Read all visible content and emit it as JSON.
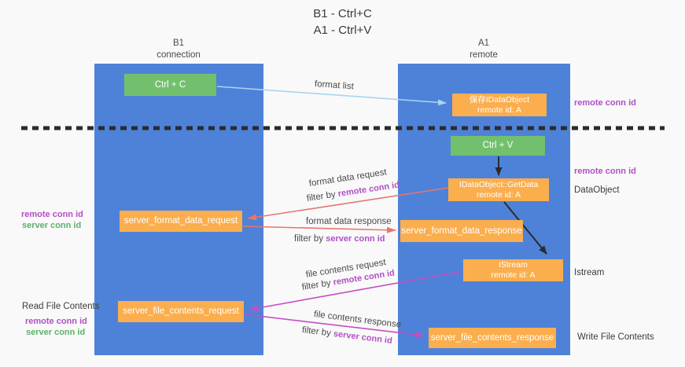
{
  "title": {
    "line1": "B1 - Ctrl+C",
    "line2": "A1 - Ctrl+V"
  },
  "lanes": {
    "left": {
      "title": "B1",
      "subtitle": "connection"
    },
    "right": {
      "title": "A1",
      "subtitle": "remote"
    }
  },
  "nodes": {
    "ctrl_c": {
      "label": "Ctrl + C"
    },
    "save_idataobject": {
      "line1": "保存IDataObject",
      "line2": "remote id: A"
    },
    "ctrl_v": {
      "label": "Ctrl + V"
    },
    "getdata": {
      "line1": "IDataObject::GetData",
      "line2": "remote id: A"
    },
    "server_format_data_request": {
      "label": "server_format_data_request"
    },
    "server_format_data_response": {
      "label": "server_format_data_response"
    },
    "istream": {
      "line1": "IStream",
      "line2": "remote id: A"
    },
    "server_file_contents_request": {
      "label": "server_file_contents_request"
    },
    "server_file_contents_response": {
      "label": "server_file_contents_response"
    }
  },
  "arrow_labels": {
    "format_list": "format list",
    "format_data_request": "format data request",
    "format_data_response": "format data response",
    "file_contents_request": "file contents request",
    "file_contents_response": "file contents response",
    "filter_by": "filter by",
    "remote_conn_id": "remote conn id",
    "server_conn_id": "server conn id"
  },
  "annotations": {
    "right_remote_conn_id_1": "remote conn id",
    "right_remote_conn_id_2": "remote conn id",
    "dataobject": "DataObject",
    "istream": "Istream",
    "write_file_contents": "Write File Contents",
    "left_remote_conn_id_1": "remote conn id",
    "left_server_conn_id_1": "server conn id",
    "read_file_contents": "Read File Contents",
    "left_remote_conn_id_2": "remote conn id",
    "left_server_conn_id_2": "server conn id"
  },
  "colors": {
    "lane_blue": "#4E82D9",
    "box_orange": "#FBAE4D",
    "box_green": "#72C06E",
    "arrow_red": "#E8756E",
    "arrow_magenta": "#C44EC4",
    "arrow_light_blue": "#A9D4F0",
    "arrow_black": "#2b2b2b",
    "text_purple": "#B14FC5",
    "text_green": "#5CB068"
  }
}
